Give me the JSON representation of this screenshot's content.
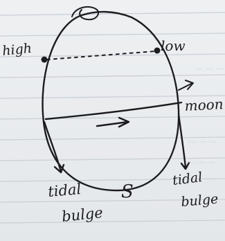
{
  "labels": {
    "high": "high",
    "low": "low",
    "moon": "moon",
    "tidal_bulge_left_line1": "tidal",
    "tidal_bulge_left_line2": "bulge",
    "tidal_bulge_right_line1": "tidal",
    "tidal_bulge_right_line2": "bulge",
    "s": "S"
  },
  "colors": {
    "ink": "#1c1c1f",
    "paper": "#eef0f2",
    "rule_lines": "#c9d0d8"
  }
}
